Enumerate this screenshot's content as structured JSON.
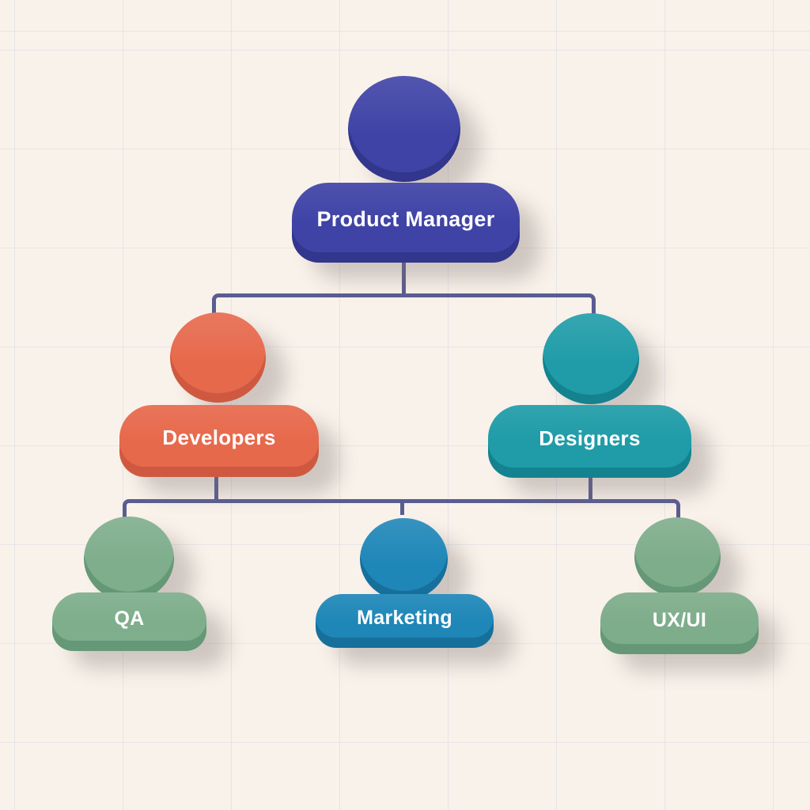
{
  "canvas": {
    "background_color": "#F9F2EA",
    "grid_line_color": "#DDE0F0",
    "connector_color": "#5A5D92"
  },
  "org_chart": {
    "type": "org-tree",
    "nodes": [
      {
        "id": "product-manager",
        "label": "Product Manager",
        "level": 1,
        "parent": null,
        "color": "#3F43A6",
        "edge_color": "#32368C"
      },
      {
        "id": "developers",
        "label": "Developers",
        "level": 2,
        "parent": "product-manager",
        "color": "#E7694C",
        "edge_color": "#CF5940"
      },
      {
        "id": "designers",
        "label": "Designers",
        "level": 2,
        "parent": "product-manager",
        "color": "#1F9CA8",
        "edge_color": "#14828F"
      },
      {
        "id": "qa",
        "label": "QA",
        "level": 3,
        "parent": "developers",
        "color": "#7EAE8C",
        "edge_color": "#659877"
      },
      {
        "id": "marketing",
        "label": "Marketing",
        "level": 3,
        "parent": "developers",
        "color": "#1F87B8",
        "edge_color": "#176F9C"
      },
      {
        "id": "ux-ui",
        "label": "UX/UI",
        "level": 3,
        "parent": "designers",
        "color": "#7EAD8B",
        "edge_color": "#659877"
      }
    ]
  }
}
